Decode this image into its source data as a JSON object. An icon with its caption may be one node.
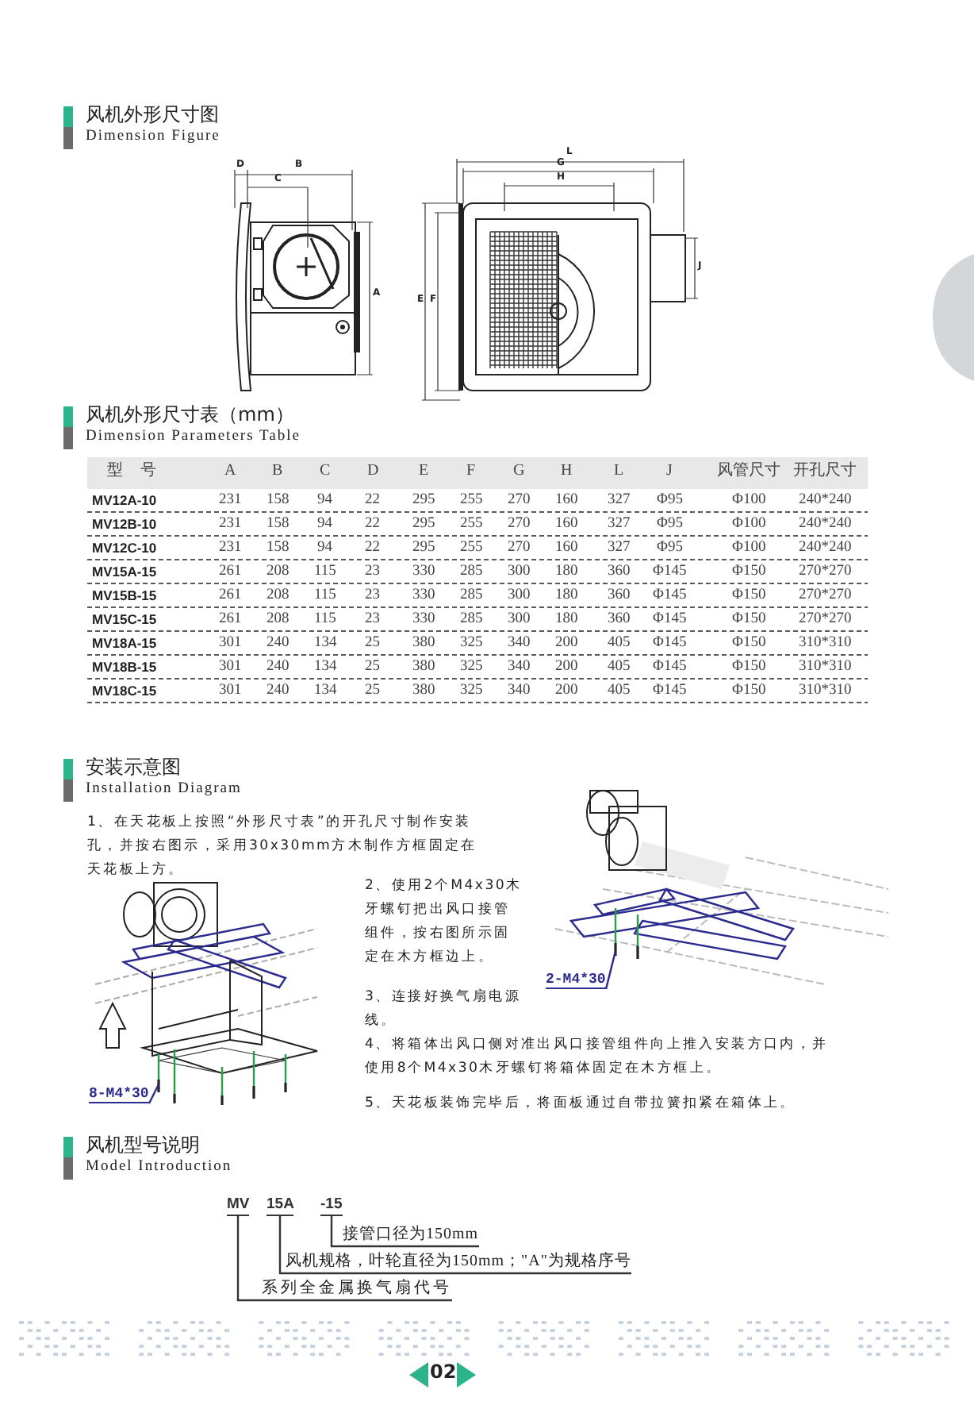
{
  "diagram": {
    "nodes": [
      {
        "text": [
          "MV"
        ]
      },
      {
        "text": [
          "15A"
        ]
      },
      {
        "text": [
          "-15"
        ]
      },
      {
        "text": [
          "接管口径为150mm"
        ]
      },
      {
        "text": [
          "风机规格，叶轮直径为150mm；\"A\"为规格序号"
        ]
      },
      {
        "text": [
          "系列全金属换气扇代号"
        ]
      },
      {
        "text": [
          "8-M4*30"
        ]
      },
      {
        "text": [
          "2-M4*30"
        ]
      },
      {
        "text": [],
        "shape": "semicircle"
      }
    ],
    "edges": [
      {
        "from": 0,
        "to": 5,
        "arrow": "none"
      },
      {
        "from": 1,
        "to": 4,
        "arrow": "none"
      },
      {
        "from": 2,
        "to": 3,
        "arrow": "none"
      },
      {
        "from": 6,
        "to": null,
        "arrow": "none",
        "color": "#2b2b8f"
      },
      {
        "from": 7,
        "to": null,
        "arrow": "none",
        "color": "#2b2b8f"
      }
    ],
    "labels": [
      "风机外形尺寸图",
      "Dimension Figure",
      "D",
      "B",
      "C",
      "L",
      "G",
      "H",
      "J",
      "A",
      "E",
      "F",
      "风机外形尺寸表（mm）",
      "Dimension Parameters Table",
      "型 号",
      "A",
      "B",
      "C",
      "D",
      "E",
      "F",
      "G",
      "H",
      "L",
      "J",
      "风管尺寸",
      "开孔尺寸",
      "MV12A-10",
      "231",
      "158",
      "94",
      "22",
      "295",
      "255",
      "270",
      "160",
      "327",
      "Φ95",
      "Φ100",
      "240*240",
      "MV12B-10",
      "231",
      "158",
      "94",
      "22",
      "295",
      "255",
      "270",
      "160",
      "327",
      "Φ95",
      "Φ100",
      "240*240",
      "MV12C-10",
      "231",
      "158",
      "94",
      "22",
      "295",
      "255",
      "270",
      "160",
      "327",
      "Φ95",
      "Φ100",
      "240*240",
      "MV15A-15",
      "261",
      "208",
      "115",
      "23",
      "330",
      "285",
      "300",
      "180",
      "360",
      "Φ145",
      "Φ150",
      "270*270",
      "MV15B-15",
      "261",
      "208",
      "115",
      "23",
      "330",
      "285",
      "300",
      "180",
      "360",
      "Φ145",
      "Φ150",
      "270*270",
      "MV15C-15",
      "261",
      "208",
      "115",
      "23",
      "330",
      "285",
      "300",
      "180",
      "360",
      "Φ145",
      "Φ150",
      "270*270",
      "MV18A-15",
      "301",
      "240",
      "134",
      "25",
      "380",
      "325",
      "340",
      "200",
      "405",
      "Φ145",
      "Φ150",
      "310*310",
      "MV18B-15",
      "301",
      "240",
      "134",
      "25",
      "380",
      "325",
      "340",
      "200",
      "405",
      "Φ145",
      "Φ150",
      "310*310",
      "MV18C-15",
      "301",
      "240",
      "134",
      "25",
      "380",
      "325",
      "340",
      "200",
      "405",
      "Φ145",
      "Φ150",
      "310*310",
      "安装示意图",
      "Installation Diagram",
      "1、在天花板上按照“外形尺寸表”的开孔尺寸制作安装孔，并按右图示，采用30x30mm方木制作方框固定在天花板上方。",
      "2、使用2个M4x30木牙螺钉把出风口接管组件，按右图所示固定在木方框边上。",
      "3、连接好换气扇电源线。",
      "4、将箱体出风口侧对准出风口接管组件向上推入安装方口内，并使用8个M4x30木牙螺钉将箱体固定在木方框上。",
      "5、天花板装饰完毕后，将面板通过自带拉簧扣紧在箱体上。",
      "风机型号说明",
      "Model Introduction",
      "02"
    ]
  }
}
